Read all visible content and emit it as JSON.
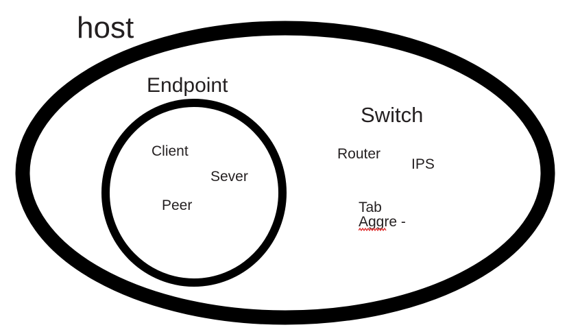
{
  "diagram": {
    "type": "containment-venn",
    "background_color": "#ffffff",
    "stroke_color": "#000000",
    "text_color": "#231f20",
    "spellcheck_underline_color": "#e03030",
    "outer_region": {
      "label": "host",
      "shape": "ellipse",
      "stroke_width": 21
    },
    "inner_region": {
      "label": "Endpoint",
      "shape": "circle",
      "stroke_width": 12,
      "items": [
        {
          "label": "Client"
        },
        {
          "label": "Sever"
        },
        {
          "label": "Peer"
        }
      ]
    },
    "outer_group": {
      "label": "Switch",
      "items": [
        {
          "label": "Router"
        },
        {
          "label": "IPS"
        },
        {
          "label": "Tab"
        },
        {
          "label": "Aggre -",
          "misspelled": true
        }
      ]
    }
  }
}
